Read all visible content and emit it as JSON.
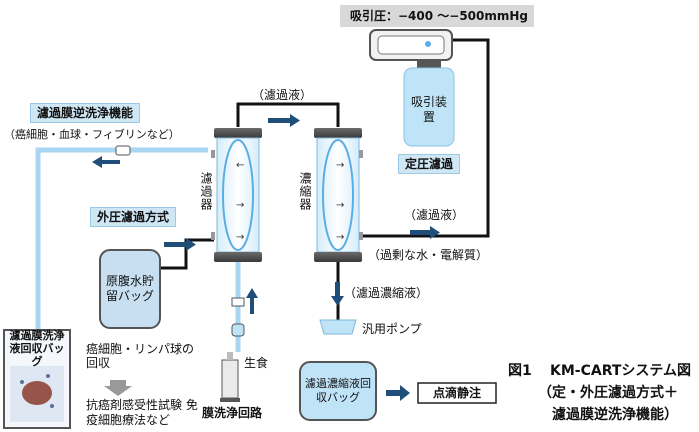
{
  "header": {
    "suction_pressure": "吸引圧：−400 〜−500mmHg"
  },
  "labels": {
    "backwash_function": "濾過膜逆洗浄機能",
    "backwash_targets": "（癌細胞・血球・フィブリンなど）",
    "external_pressure": "外圧濾過方式",
    "filtrate_top": "（濾過液）",
    "filter": "濾過器",
    "concentrator": "濃縮器",
    "suction_device": "吸引装置",
    "constant_pressure": "定圧濾過",
    "filtrate_right": "（濾過液）",
    "excess": "（過剰な水・電解質）",
    "concentrate": "（濾過濃縮液）",
    "pump": "汎用ポンプ",
    "ascites_bag": "原腹水貯留バッグ",
    "wash_bag": "濾過膜洗浄液回収バッグ",
    "recovery": "癌細胞・リンパ球の回収",
    "tests": "抗癌剤感受性試験 免疫細胞療法など",
    "saline": "生食",
    "wash_circuit": "膜洗浄回路",
    "concentrate_bag": "濾過濃縮液回収バッグ",
    "iv_infusion": "点滴静注"
  },
  "caption": {
    "figure_no": "図1",
    "line1": "KM-CARTシステム図",
    "line2": "（定・外圧濾過方式＋",
    "line3": "濾過膜逆洗浄機能）"
  },
  "colors": {
    "tube_blue": "#a9d6f2",
    "arrow_navy": "#1f4e79",
    "header_bg": "#d8d8d8",
    "device_fill": "#bfe3f7",
    "membrane": "#7fc4ee"
  }
}
